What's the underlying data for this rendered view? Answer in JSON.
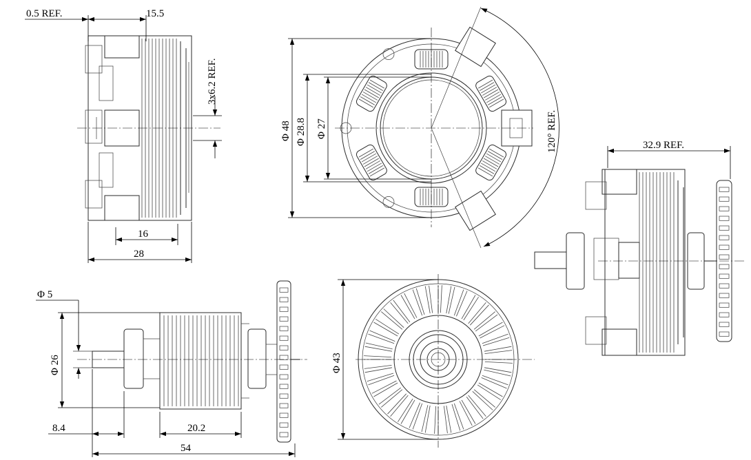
{
  "drawing": {
    "dimensions": {
      "ref_0_5": "0.5 REF.",
      "len_15_5": "15.5",
      "ref_3x6_2": "3x6.2 REF.",
      "len_16": "16",
      "len_28": "28",
      "dia_48": "Φ 48",
      "dia_28_8": "Φ 28.8",
      "dia_27": "Φ 27",
      "angle_120": "120° REF.",
      "ref_32_9": "32.9 REF.",
      "dia_5": "Φ 5",
      "dia_26": "Φ 26",
      "len_8_4": "8.4",
      "len_20_2": "20.2",
      "len_54": "54",
      "dia_43": "Φ 43"
    }
  }
}
